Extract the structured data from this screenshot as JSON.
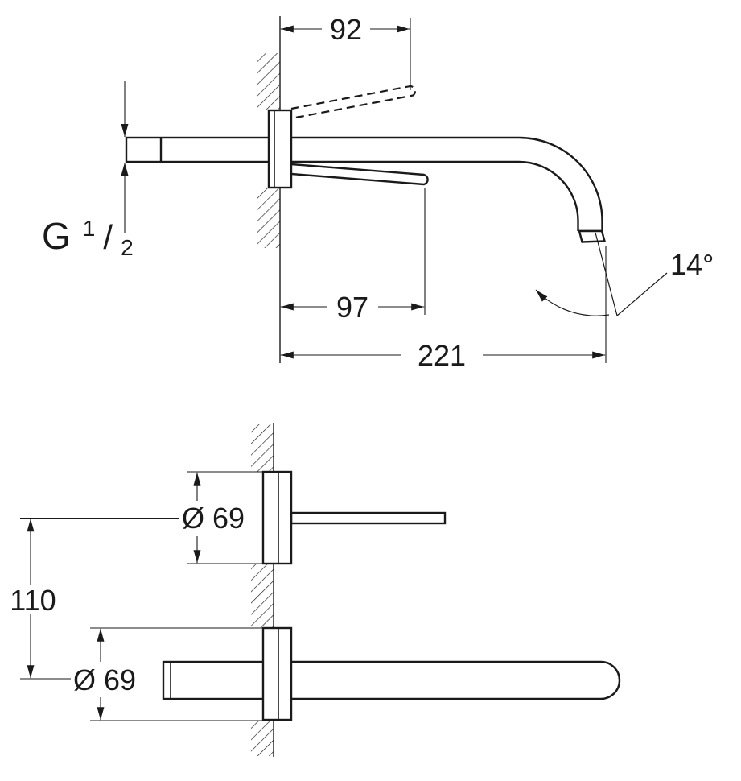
{
  "drawing": {
    "colors": {
      "line": "#1a1a1a",
      "background": "#ffffff"
    },
    "top_view": {
      "handle_projection": "92",
      "handle_length": "97",
      "spout_projection": "221",
      "spout_angle": "14°",
      "thread": {
        "prefix": "G",
        "numerator": "1",
        "slash": "/",
        "denominator": "2"
      }
    },
    "bottom_view": {
      "handle_plate_diameter": "Ø 69",
      "spout_plate_diameter": "Ø 69",
      "vertical_center_distance": "110"
    }
  }
}
